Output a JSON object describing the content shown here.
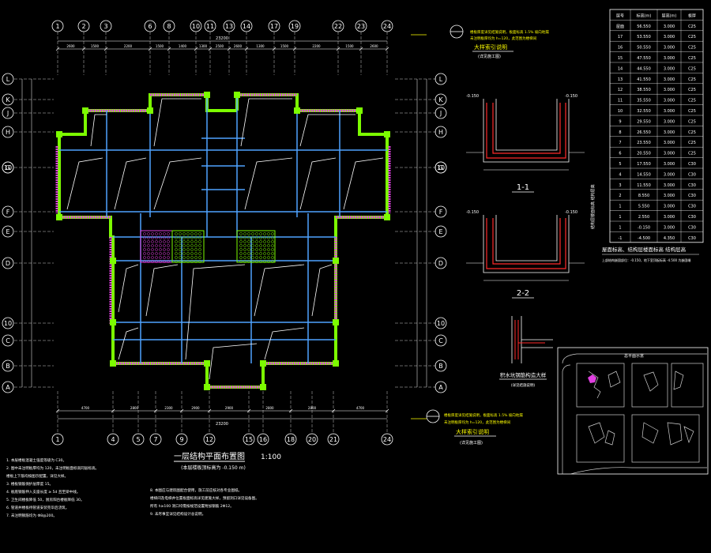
{
  "top_axis_labels": [
    "1",
    "2",
    "3",
    "6",
    "8",
    "10",
    "11",
    "13",
    "14",
    "17",
    "19",
    "22",
    "23",
    "24"
  ],
  "bottom_axis_labels": [
    "1",
    "4",
    "5",
    "7",
    "9",
    "12",
    "15",
    "16",
    "18",
    "20",
    "21",
    "24"
  ],
  "left_axis_labels": [
    "L",
    "K",
    "J",
    "H",
    "G",
    "F",
    "E",
    "D",
    "C",
    "B",
    "A"
  ],
  "right_axis_labels": [
    "L",
    "K",
    "J",
    "H",
    "G",
    "F",
    "E",
    "D",
    "C",
    "B",
    "A"
  ],
  "top_overall_dim": "23200",
  "bottom_overall_dim": "23200",
  "top_dims": [
    "2600",
    "1500",
    "2200",
    "1500",
    "1400",
    "1300",
    "2500",
    "2600",
    "1300",
    "1500",
    "2200",
    "1500",
    "2600"
  ],
  "bottom_dims": [
    "4700",
    "2800",
    "2300",
    "2900",
    "2900",
    "2800",
    "2800",
    "4700"
  ],
  "plan_title": "一层结构平面布置图",
  "plan_scale": "1:100",
  "plan_subtitle": "(本层楼板顶标高为 -0.150 m)",
  "detail_top": {
    "title": "大样索引说明",
    "subtitle": "(详见施工图)",
    "note_lines": [
      "楼板厚度详见结施说明，板面标高 1.5% 坡向地漏",
      "未注明板厚均为 h=120，此范围为楼梯间"
    ]
  },
  "detail_bottom": {
    "title": "大样索引说明",
    "subtitle": "(详见施工图)",
    "note_lines": [
      "楼板厚度详见结施说明，板面标高 1.5% 坡向地漏",
      "未注明板厚均为 h=120，此范围为楼梯间"
    ]
  },
  "section_1_label": "1-1",
  "section_2_label": "2-2",
  "section_1_elev_left": "-0.150",
  "section_1_elev_right": "-0.150",
  "section_2_elev_left": "-0.150",
  "section_2_elev_right": "-0.150",
  "drain_detail_title": "积水坑钢筋构造大样",
  "drain_detail_subtitle": "(详见结施说明)",
  "level_table": {
    "side_title": "结构层楼面标高 结构层高",
    "headers": [
      "层号",
      "标高(m)",
      "层高(m)",
      "板厚"
    ],
    "rows": [
      [
        "屋面",
        "56.550",
        "3.000",
        "C25"
      ],
      [
        "17",
        "53.550",
        "3.000",
        "C25"
      ],
      [
        "16",
        "50.550",
        "3.000",
        "C25"
      ],
      [
        "15",
        "47.550",
        "3.000",
        "C25"
      ],
      [
        "14",
        "44.550",
        "3.000",
        "C25"
      ],
      [
        "13",
        "41.550",
        "3.000",
        "C25"
      ],
      [
        "12",
        "38.550",
        "3.000",
        "C25"
      ],
      [
        "11",
        "35.550",
        "3.000",
        "C25"
      ],
      [
        "10",
        "32.550",
        "3.000",
        "C25"
      ],
      [
        "9",
        "29.550",
        "3.000",
        "C25"
      ],
      [
        "8",
        "26.550",
        "3.000",
        "C25"
      ],
      [
        "7",
        "23.550",
        "3.000",
        "C25"
      ],
      [
        "6",
        "20.550",
        "3.000",
        "C25"
      ],
      [
        "5",
        "17.550",
        "3.000",
        "C30"
      ],
      [
        "4",
        "14.550",
        "3.000",
        "C30"
      ],
      [
        "3",
        "11.550",
        "3.000",
        "C30"
      ],
      [
        "2",
        "8.550",
        "3.000",
        "C30"
      ],
      [
        "1",
        "5.550",
        "3.000",
        "C30"
      ],
      [
        "1",
        "2.550",
        "3.000",
        "C30"
      ],
      [
        "1",
        "-0.150",
        "3.000",
        "C30"
      ],
      [
        "-1",
        "-4.500",
        "4.350",
        "C30"
      ]
    ],
    "footer_title": "屋面标高、结构层楼面标高 结构层高",
    "footer_note": "上部结构嵌固部位：-0.150，地下室顶板标高 -4.500 为嵌固端"
  },
  "key_plan_label": "总平面示意",
  "notes_left": [
    "1. 本层楼板混凝土强度等级为 C30。",
    "2. 图中未注明板厚均为 120，未注明板面标高同层标高。",
    "   楼板上下筋均按图示配置，详见大样。",
    "3. 楼板钢筋保护层厚度 15。",
    "4. 板底钢筋伸入支座长度 ≥ 5d 且至梁中线。",
    "5. 卫生间楼板降低 50，厨房阳台楼板降低 30。",
    "6. 管道井楼板待管道安装完毕后浇筑。",
    "7. 未注明钢筋均为 Φ8@200。"
  ],
  "notes_right": [
    "8. 本图应与建筑图配合使用，施工前应核对各专业图纸。",
    "   楼梯间及电梯井位置板面标高详见建施大样，预留洞口详见设备图。",
    "   所有 h≥100 洞口均需按规范设置附加钢筋 2Φ12。",
    "9. 未尽事宜详见结构设计总说明。"
  ]
}
